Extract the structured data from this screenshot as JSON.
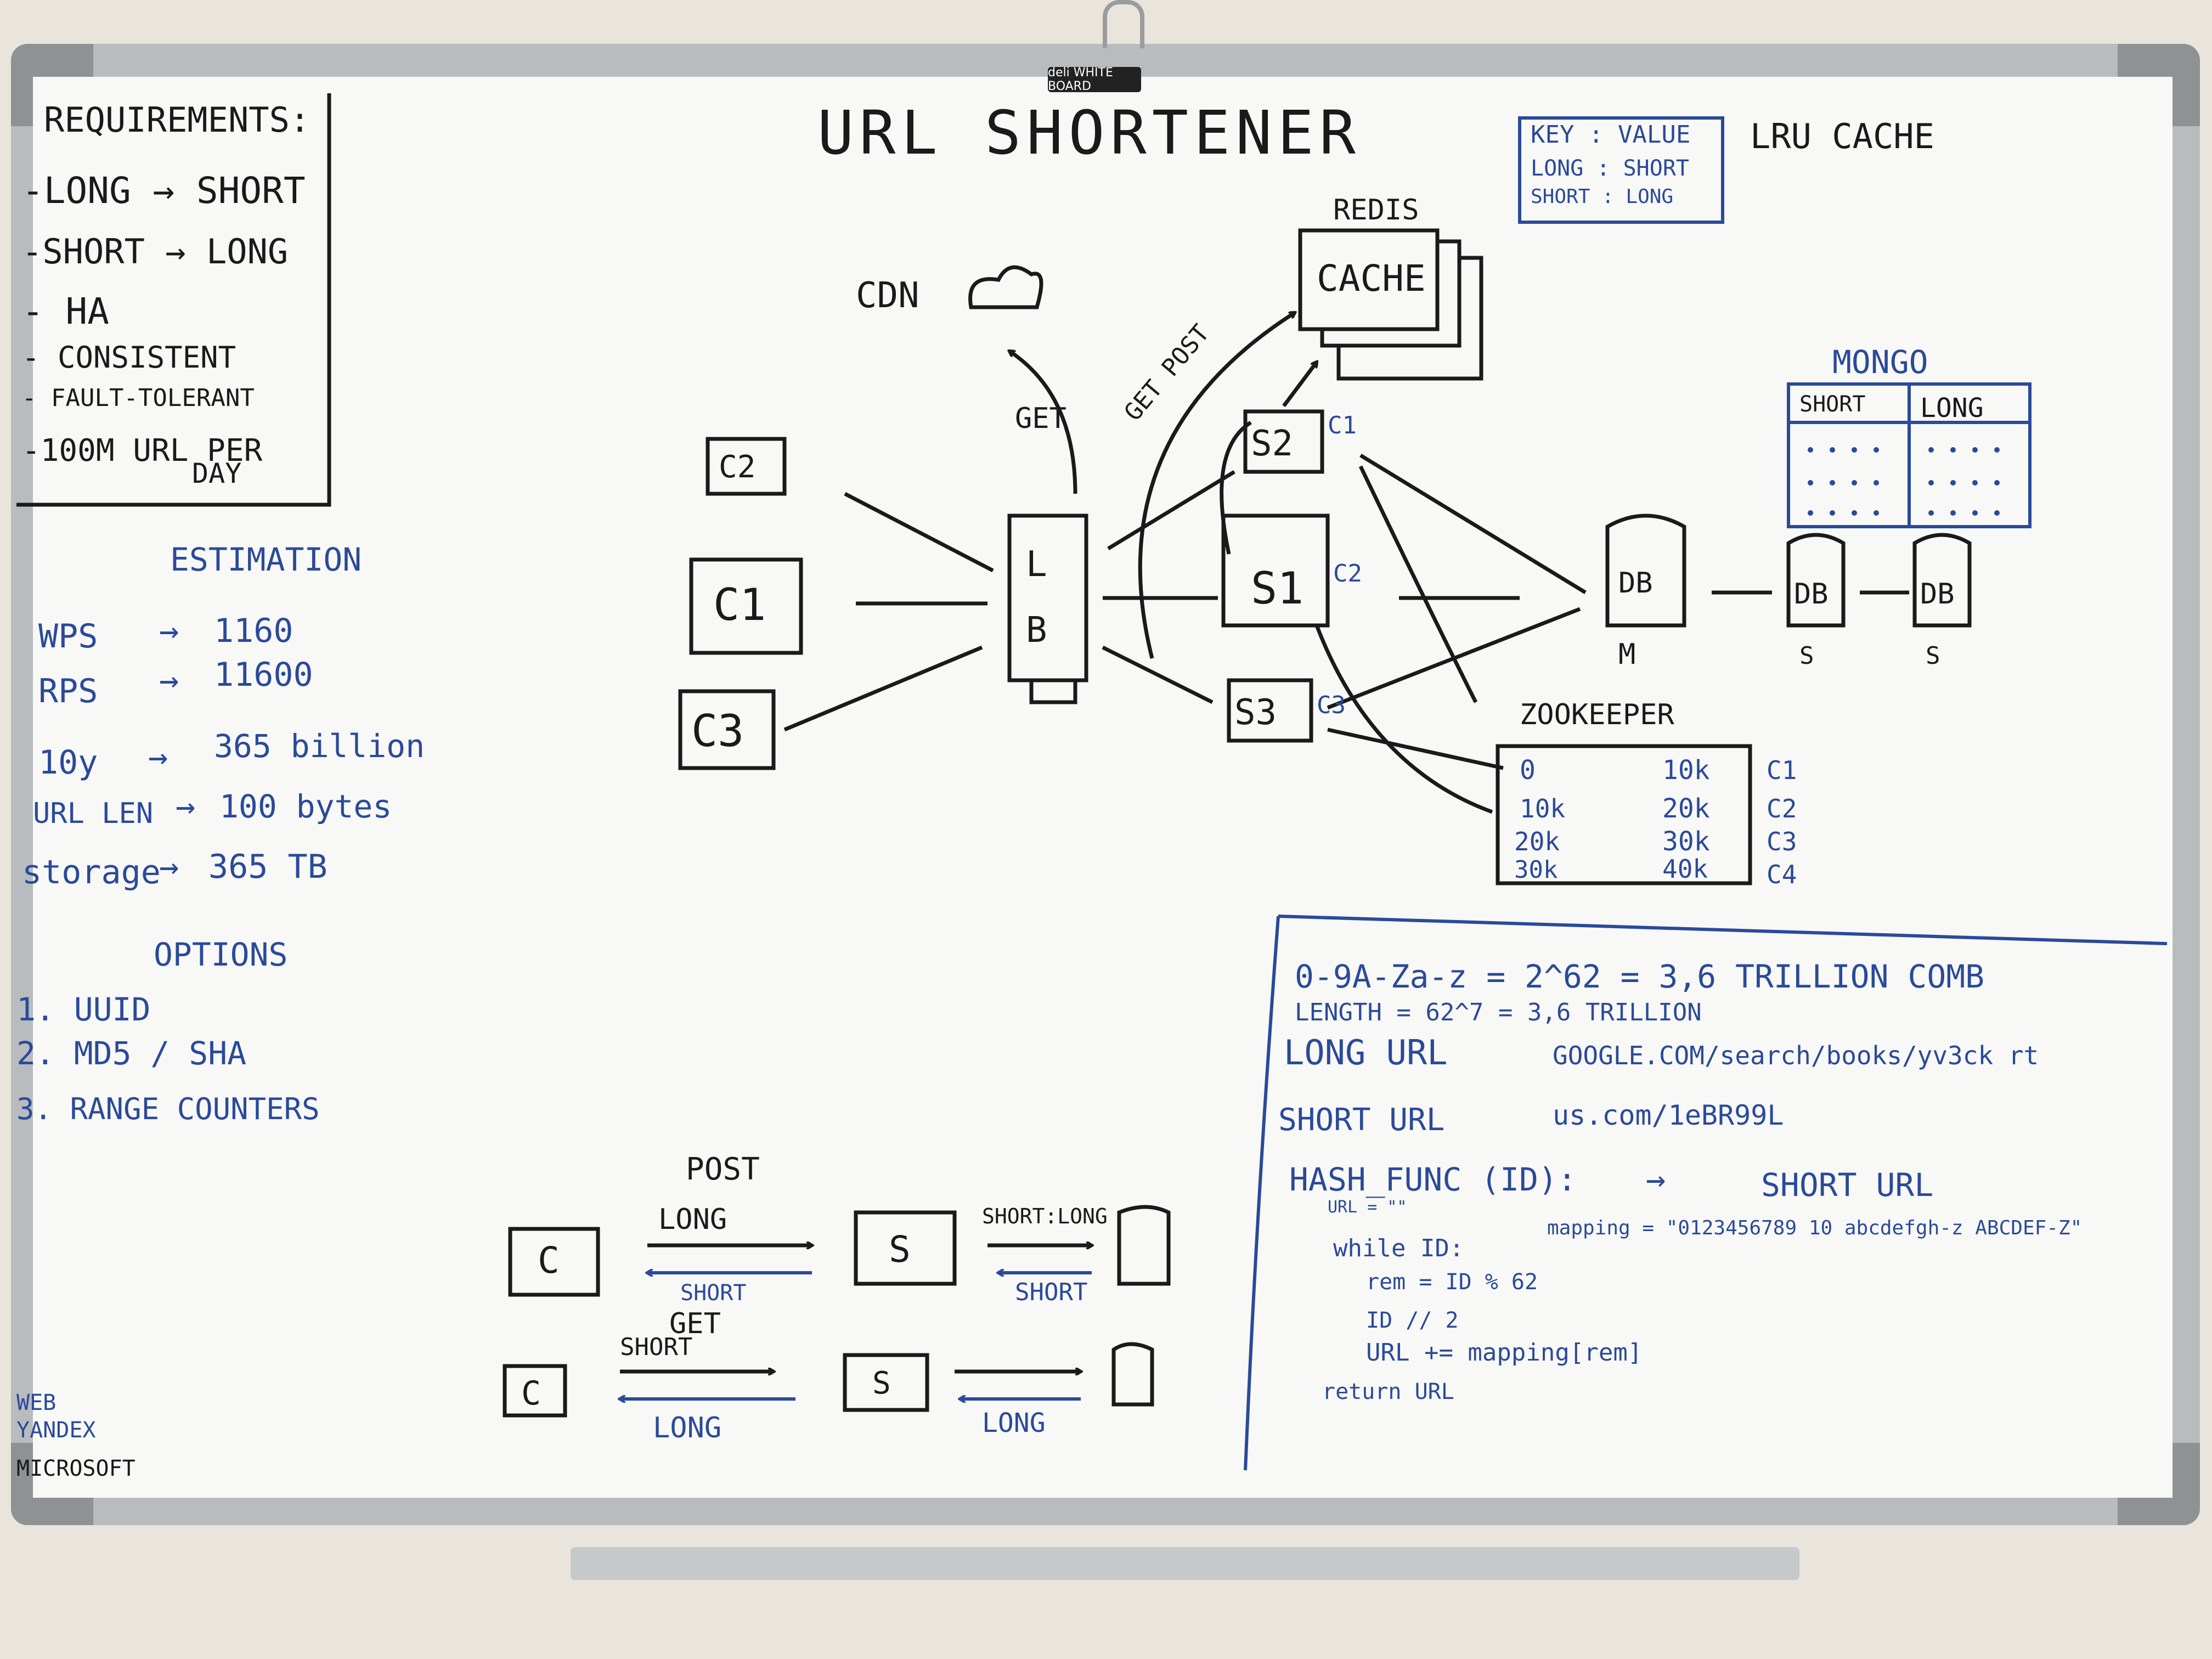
{
  "brand": "deli WHITE BOARD",
  "title": "URL SHORTENER",
  "requirements": {
    "heading": "REQUIREMENTS:",
    "items": [
      "-LONG → SHORT",
      "-SHORT → LONG",
      "- HA",
      "- CONSISTENT",
      "- FAULT-TOLERANT",
      "-100M URL PER",
      "DAY"
    ]
  },
  "estimation": {
    "heading": "ESTIMATION",
    "rows": [
      {
        "label": "WPS",
        "value": "1160"
      },
      {
        "label": "RPS",
        "value": "11600"
      },
      {
        "label": "10y",
        "value": "365 billion"
      },
      {
        "label": "URL LEN",
        "value": "100 bytes"
      },
      {
        "label": "storage",
        "value": "365 TB"
      }
    ]
  },
  "options": {
    "heading": "OPTIONS",
    "items": [
      "1. UUID",
      "2. MD5 / SHA",
      "3. RANGE COUNTERS"
    ]
  },
  "footer_notes": [
    "WEB",
    "YANDEX",
    "MICROSOFT"
  ],
  "architecture": {
    "clients": [
      "C2",
      "C1",
      "C3"
    ],
    "lb": [
      "L",
      "B"
    ],
    "servers": [
      "S2",
      "S1",
      "S3"
    ],
    "server_tags": [
      "C1",
      "C2",
      "C3"
    ],
    "cdn": "CDN",
    "cache_title": "REDIS",
    "cache": "CACHE",
    "arrow_get": "GET",
    "arrow_get_post": "GET POST",
    "cache_box": [
      "KEY : VALUE",
      "LONG : SHORT",
      "SHORT : LONG"
    ],
    "lru": "LRU CACHE",
    "mongo": "MONGO",
    "mongo_cols": [
      "SHORT",
      "LONG"
    ],
    "db_master": "DB",
    "db_master_tag": "M",
    "db_slaves": [
      "DB",
      "DB"
    ],
    "db_slave_tags": [
      "S",
      "S"
    ],
    "zookeeper": "ZOOKEEPER",
    "zk_ranges": [
      {
        "from": "0",
        "to": "10k",
        "tag": "C1"
      },
      {
        "from": "10k",
        "to": "20k",
        "tag": "C2"
      },
      {
        "from": "20k",
        "to": "30k",
        "tag": "C3"
      },
      {
        "from": "30k",
        "to": "40k",
        "tag": "C4"
      }
    ]
  },
  "flows": {
    "post_label": "POST",
    "get_label": "GET",
    "c": "C",
    "s": "S",
    "long": "LONG",
    "short": "SHORT",
    "short_long": "SHORT:LONG",
    "long_small": "LONG"
  },
  "hash": {
    "line1": "0-9A-Za-z = 2^62 = 3,6 TRILLION COMB",
    "line2": "LENGTH = 62^7 = 3,6 TRILLION",
    "long_label": "LONG URL",
    "long_value": "GOOGLE.COM/search/books/yv3ck rt",
    "short_label": "SHORT URL",
    "short_value": "us.com/1eBR99L",
    "func": "HASH_FUNC (ID):",
    "func_result": "SHORT URL",
    "url_init": "URL = \"\"",
    "mapping": "mapping = \"0123456789 10 abcdefgh-z ABCDEF-Z\"",
    "code": [
      "while ID:",
      "rem = ID % 62",
      "ID // 2",
      "URL += mapping[rem]",
      "return URL"
    ]
  },
  "colors": {
    "black_ink": "#1a1a1a",
    "blue_ink": "#2a4a9a"
  }
}
